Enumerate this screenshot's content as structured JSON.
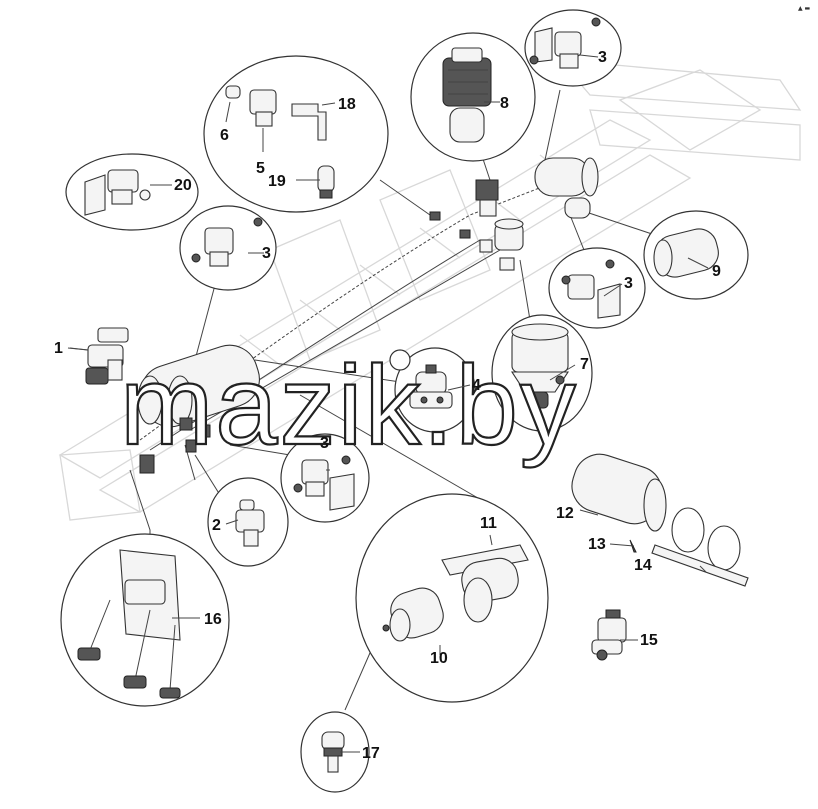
{
  "watermark": "mazik.by",
  "corner_mark": "▲ ▬",
  "callouts": [
    {
      "id": "1",
      "text": "1"
    },
    {
      "id": "2",
      "text": "2"
    },
    {
      "id": "3a",
      "text": "3"
    },
    {
      "id": "3b",
      "text": "3"
    },
    {
      "id": "3c",
      "text": "3"
    },
    {
      "id": "3d",
      "text": "3"
    },
    {
      "id": "4",
      "text": "4"
    },
    {
      "id": "5",
      "text": "5"
    },
    {
      "id": "6",
      "text": "6"
    },
    {
      "id": "7",
      "text": "7"
    },
    {
      "id": "8",
      "text": "8"
    },
    {
      "id": "9",
      "text": "9"
    },
    {
      "id": "10",
      "text": "10"
    },
    {
      "id": "11",
      "text": "11"
    },
    {
      "id": "12",
      "text": "12"
    },
    {
      "id": "13",
      "text": "13"
    },
    {
      "id": "14",
      "text": "14"
    },
    {
      "id": "15",
      "text": "15"
    },
    {
      "id": "16",
      "text": "16"
    },
    {
      "id": "17",
      "text": "17"
    },
    {
      "id": "18",
      "text": "18"
    },
    {
      "id": "19",
      "text": "19"
    },
    {
      "id": "20",
      "text": "20"
    }
  ]
}
